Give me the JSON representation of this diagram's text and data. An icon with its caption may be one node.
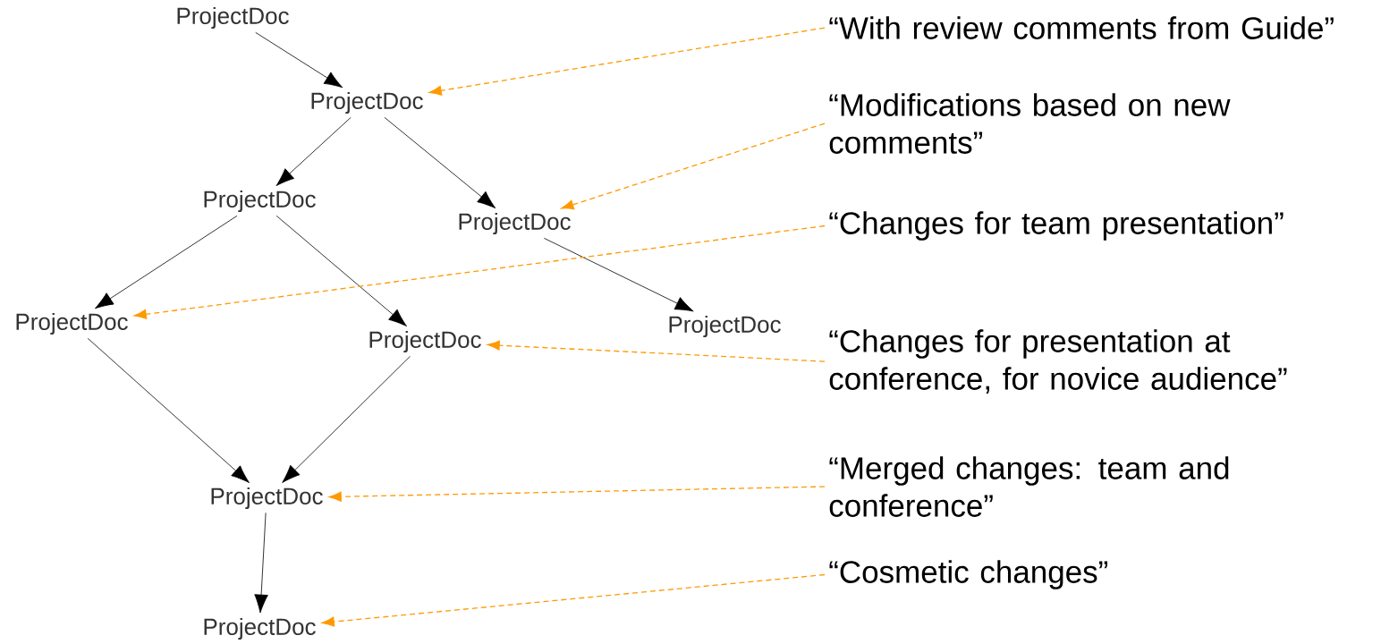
{
  "diagram": {
    "nodes": [
      {
        "text": [
          "ProjectDoc"
        ]
      },
      {
        "text": [
          "ProjectDoc"
        ]
      },
      {
        "text": [
          "ProjectDoc"
        ]
      },
      {
        "text": [
          "ProjectDoc"
        ]
      },
      {
        "text": [
          "ProjectDoc"
        ]
      },
      {
        "text": [
          "ProjectDoc"
        ]
      },
      {
        "text": [
          "ProjectDoc"
        ]
      },
      {
        "text": [
          "ProjectDoc"
        ]
      },
      {
        "text": [
          "ProjectDoc"
        ]
      },
      {
        "text": [
          "“With review comments from Guide”"
        ]
      },
      {
        "text": [
          "“Modifications based on new comments”"
        ]
      },
      {
        "text": [
          "“Changes for team presentation”"
        ]
      },
      {
        "text": [
          "“Changes for presentation at conference, for novice audience”"
        ]
      },
      {
        "text": [
          "“Merged changes: team and conference”"
        ]
      },
      {
        "text": [
          "“Cosmetic changes”"
        ]
      }
    ],
    "edges": [
      {
        "from": 0,
        "to": 1,
        "arrow": "to"
      },
      {
        "from": 1,
        "to": 2,
        "arrow": "to"
      },
      {
        "from": 1,
        "to": 3,
        "arrow": "to"
      },
      {
        "from": 2,
        "to": 4,
        "arrow": "to"
      },
      {
        "from": 2,
        "to": 5,
        "arrow": "to"
      },
      {
        "from": 3,
        "to": 6,
        "arrow": "to"
      },
      {
        "from": 4,
        "to": 7,
        "arrow": "to"
      },
      {
        "from": 5,
        "to": 7,
        "arrow": "to"
      },
      {
        "from": 7,
        "to": 8,
        "arrow": "to"
      },
      {
        "from": 9,
        "to": 1,
        "arrow": "to",
        "style": "dashed",
        "color": "#ff9900"
      },
      {
        "from": 10,
        "to": 3,
        "arrow": "to",
        "style": "dashed",
        "color": "#ff9900"
      },
      {
        "from": 11,
        "to": 4,
        "arrow": "to",
        "style": "dashed",
        "color": "#ff9900"
      },
      {
        "from": 12,
        "to": 5,
        "arrow": "to",
        "style": "dashed",
        "color": "#ff9900"
      },
      {
        "from": 13,
        "to": 7,
        "arrow": "to",
        "style": "dashed",
        "color": "#ff9900"
      },
      {
        "from": 14,
        "to": 8,
        "arrow": "to",
        "style": "dashed",
        "color": "#ff9900"
      }
    ]
  }
}
